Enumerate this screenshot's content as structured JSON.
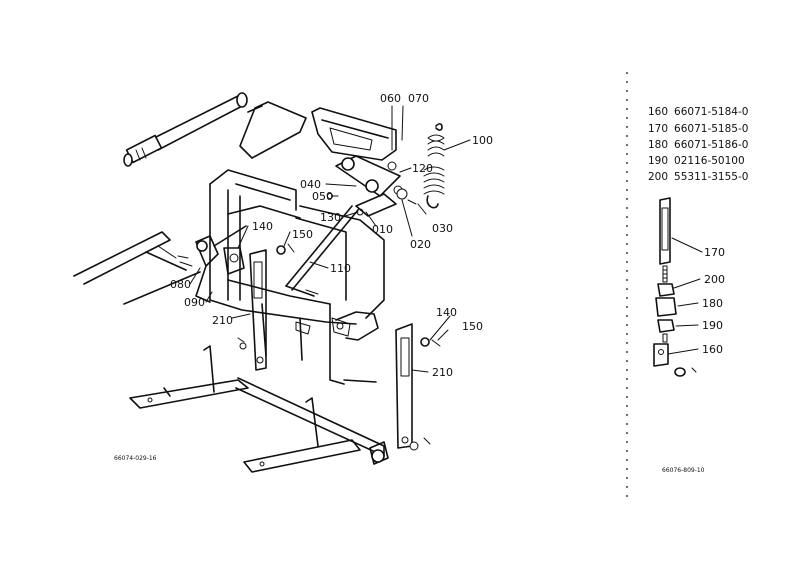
{
  "callouts": {
    "c060": "060",
    "c070": "070",
    "c100": "100",
    "c120": "120",
    "c040": "040",
    "c050": "050",
    "c030": "030",
    "c130": "130",
    "c010": "010",
    "c020": "020",
    "c140a": "140",
    "c150a": "150",
    "c110": "110",
    "c080": "080",
    "c090": "090",
    "c210a": "210",
    "c140b": "140",
    "c150b": "150",
    "c210b": "210",
    "c170": "170",
    "c200": "200",
    "c180": "180",
    "c190": "190",
    "c160": "160"
  },
  "parts_list": [
    {
      "no": "160",
      "part": "66071-5184-0"
    },
    {
      "no": "170",
      "part": "66071-5185-0"
    },
    {
      "no": "180",
      "part": "66071-5186-0"
    },
    {
      "no": "190",
      "part": "02116-50100"
    },
    {
      "no": "200",
      "part": "55311-3155-0"
    }
  ],
  "drawing_codes": {
    "left": "66074-029-16",
    "right": "66076-809-10"
  }
}
